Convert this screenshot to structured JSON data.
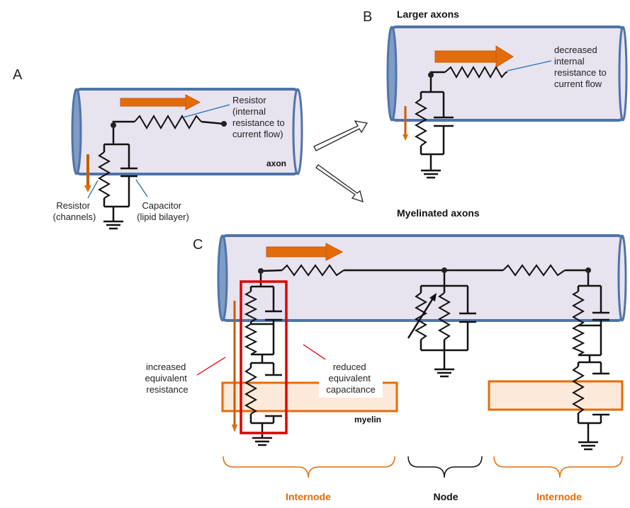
{
  "panels": {
    "a": "A",
    "b": "B",
    "c": "C"
  },
  "panel_a": {
    "resistor_internal": [
      "Resistor",
      "(internal",
      "resistance to",
      "current flow)"
    ],
    "axon": "axon",
    "resistor_channels": [
      "Resistor",
      "(channels)"
    ],
    "capacitor": [
      "Capacitor",
      "(lipid bilayer)"
    ]
  },
  "panel_b": {
    "title": "Larger axons",
    "decreased": [
      "decreased",
      "internal",
      "resistance to",
      "current flow"
    ]
  },
  "panel_c": {
    "title": "Myelinated axons",
    "increased": [
      "increased",
      "equivalent",
      "resistance"
    ],
    "reduced": [
      "reduced",
      "equivalent",
      "capacitance"
    ],
    "myelin": "myelin",
    "internode_left": "Internode",
    "node": "Node",
    "internode_right": "Internode"
  },
  "colors": {
    "membrane": "#e7e3ef",
    "membrane_border": "#4f74a8",
    "current_arrow": "#e36c0a",
    "myelin_fill": "#fde9d9",
    "myelin_border": "#e36c0a",
    "highlight_box": "#e00000",
    "callout_line": "#1f6fb5"
  }
}
